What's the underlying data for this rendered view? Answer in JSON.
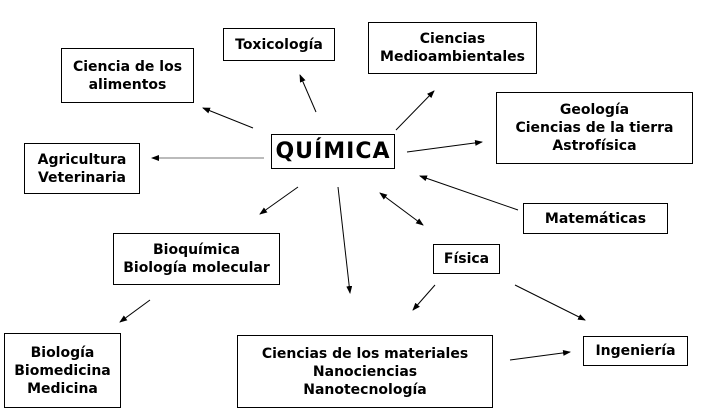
{
  "center": "QUÍMICA",
  "nodes": {
    "alimentos": "Ciencia de los\nalimentos",
    "toxicologia": "Toxicología",
    "medioambientales": "Ciencias\nMedioambientales",
    "geologia": "Geología\nCiencias de la tierra\nAstrofísica",
    "agricultura": "Agricultura\nVeterinaria",
    "matematicas": "Matemáticas",
    "bioquimica": "Bioquímica\nBiología molecular",
    "fisica": "Física",
    "biologia": "Biología\nBiomedicina\nMedicina",
    "materiales": "Ciencias de los materiales\nNanociencias\nNanotecnología",
    "ingenieria": "Ingeniería"
  }
}
